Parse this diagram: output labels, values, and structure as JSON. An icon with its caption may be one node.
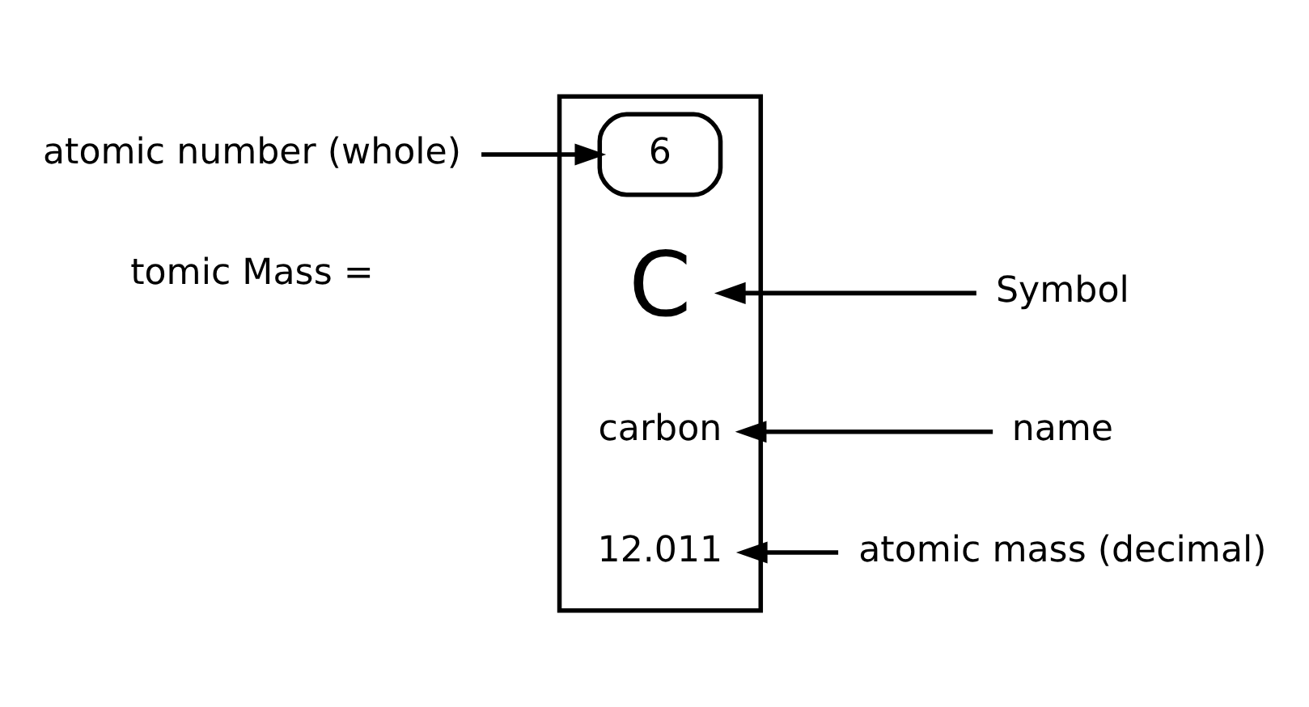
{
  "diagram": {
    "nodes": [
      {
        "text": [],
        "shape": "box"
      },
      {
        "text": [
          "6"
        ],
        "in": 0
      },
      {
        "text": [
          "C"
        ],
        "in": 0
      },
      {
        "text": [
          "carbon"
        ],
        "in": 0
      },
      {
        "text": [
          "12.011"
        ],
        "in": 0
      },
      {
        "text": [
          "atomic number (whole)"
        ]
      },
      {
        "text": [
          "Symbol"
        ]
      },
      {
        "text": [
          "name"
        ]
      },
      {
        "text": [
          "atomic mass (decimal)"
        ]
      }
    ],
    "edges": [
      {
        "from": 5,
        "to": 1,
        "arrow": "to"
      },
      {
        "from": 6,
        "to": 2,
        "arrow": "to"
      },
      {
        "from": 7,
        "to": 3,
        "arrow": "to"
      },
      {
        "from": 8,
        "to": 4,
        "arrow": "to"
      }
    ],
    "labels": [
      "tomic Mass ="
    ]
  }
}
